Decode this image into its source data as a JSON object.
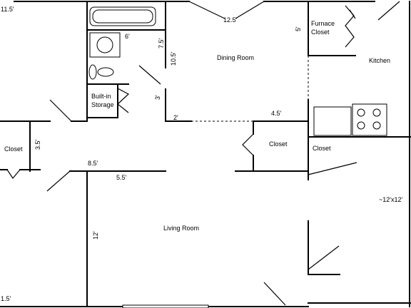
{
  "rooms": {
    "dining": "Dining Room",
    "kitchen": "Kitchen",
    "living": "Living Room",
    "furnace_line1": "Furnace",
    "furnace_line2": "Closet",
    "storage_line1": "Built-in",
    "storage_line2": "Storage",
    "closet_left": "Closet",
    "closet_center": "Closet",
    "closet_right": "Closet",
    "room_size": "~12'x12'"
  },
  "dimensions": {
    "d_11_5": "11.5'",
    "d_12_5": "12.5'",
    "d_6": "6'",
    "d_5": "5'",
    "d_7_5": "7.5'",
    "d_10_5": "10.5'",
    "d_3": "3'",
    "d_2": "2'",
    "d_4_5": "4.5'",
    "d_3_5": "3.5'",
    "d_8_5": "8.5'",
    "d_5_5": "5.5'",
    "d_12": "12'",
    "d_1_5": "1.5'"
  },
  "colors": {
    "line": "#000000",
    "background": "#ffffff"
  }
}
